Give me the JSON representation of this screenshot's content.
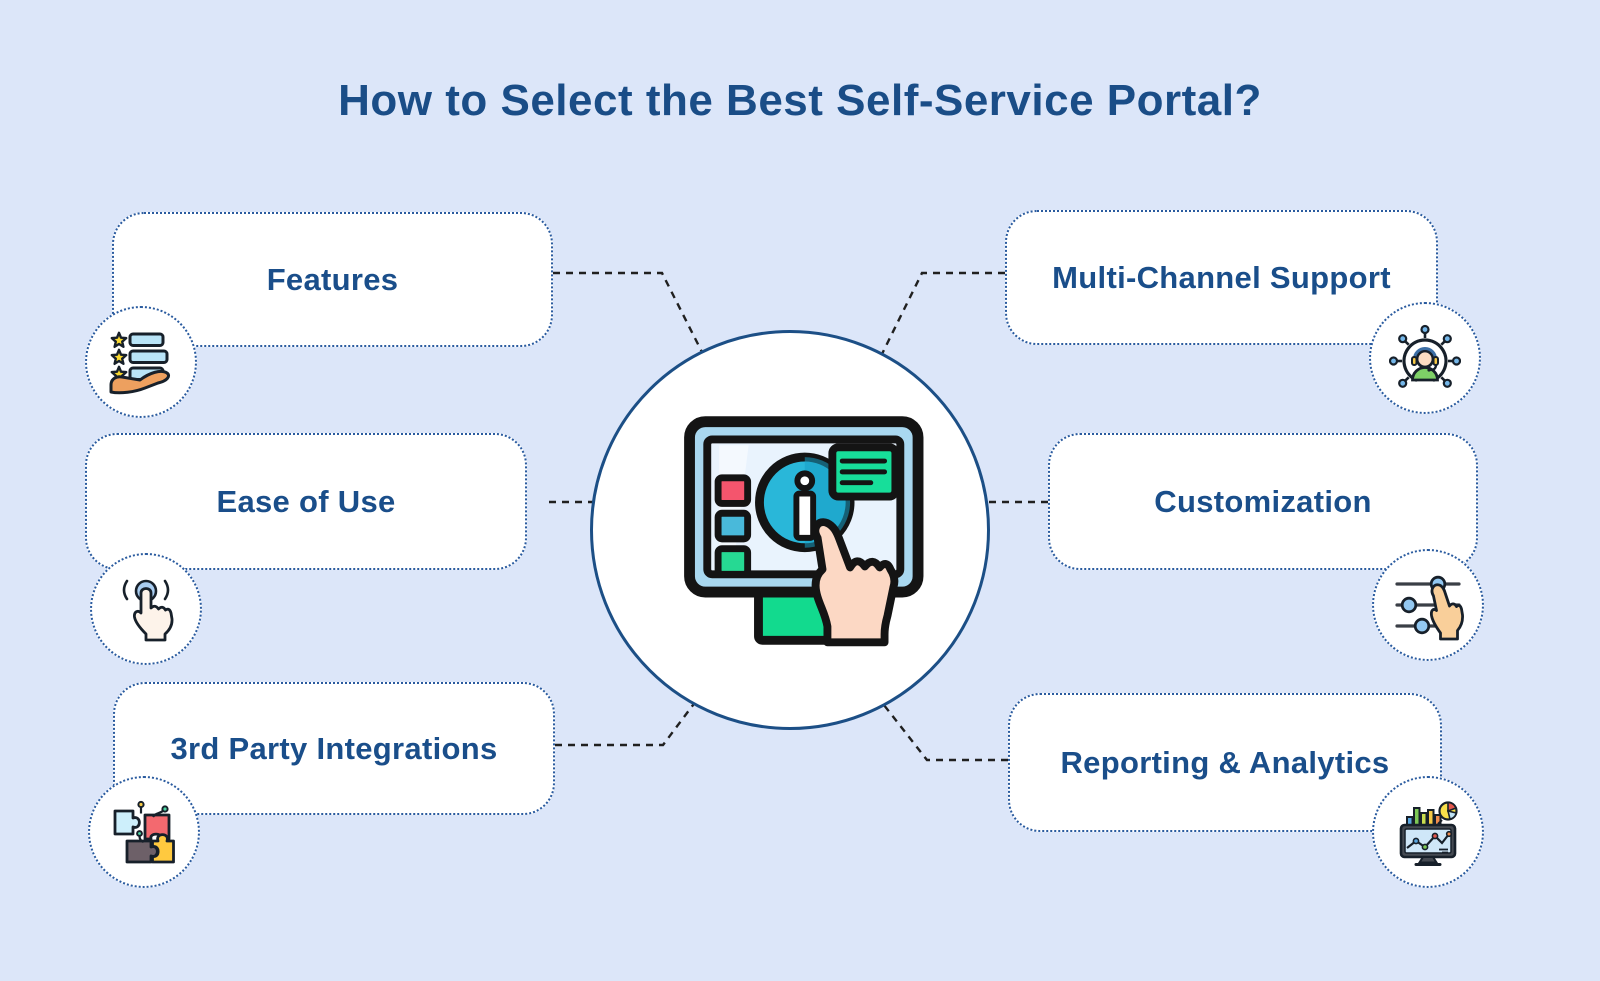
{
  "title": "How to Select the Best Self-Service Portal?",
  "nodes": {
    "left": [
      {
        "label": "Features",
        "icon": "features-hand-list-icon"
      },
      {
        "label": "Ease of Use",
        "icon": "tap-gesture-icon"
      },
      {
        "label": "3rd Party Integrations",
        "icon": "puzzle-pieces-icon"
      }
    ],
    "right": [
      {
        "label": "Multi-Channel Support",
        "icon": "support-agent-network-icon"
      },
      {
        "label": "Customization",
        "icon": "sliders-hand-icon"
      },
      {
        "label": "Reporting & Analytics",
        "icon": "analytics-dashboard-icon"
      }
    ]
  },
  "center_illustration": "self-service-portal-screen-info-pointing-hand",
  "colors": {
    "background": "#dce6f9",
    "box_fill": "#ffffff",
    "box_border": "#2a5b9f",
    "label_text": "#1a4e8a",
    "title_text": "#1a4d87",
    "connector": "#202020",
    "center_ring": "#1c4f86"
  }
}
